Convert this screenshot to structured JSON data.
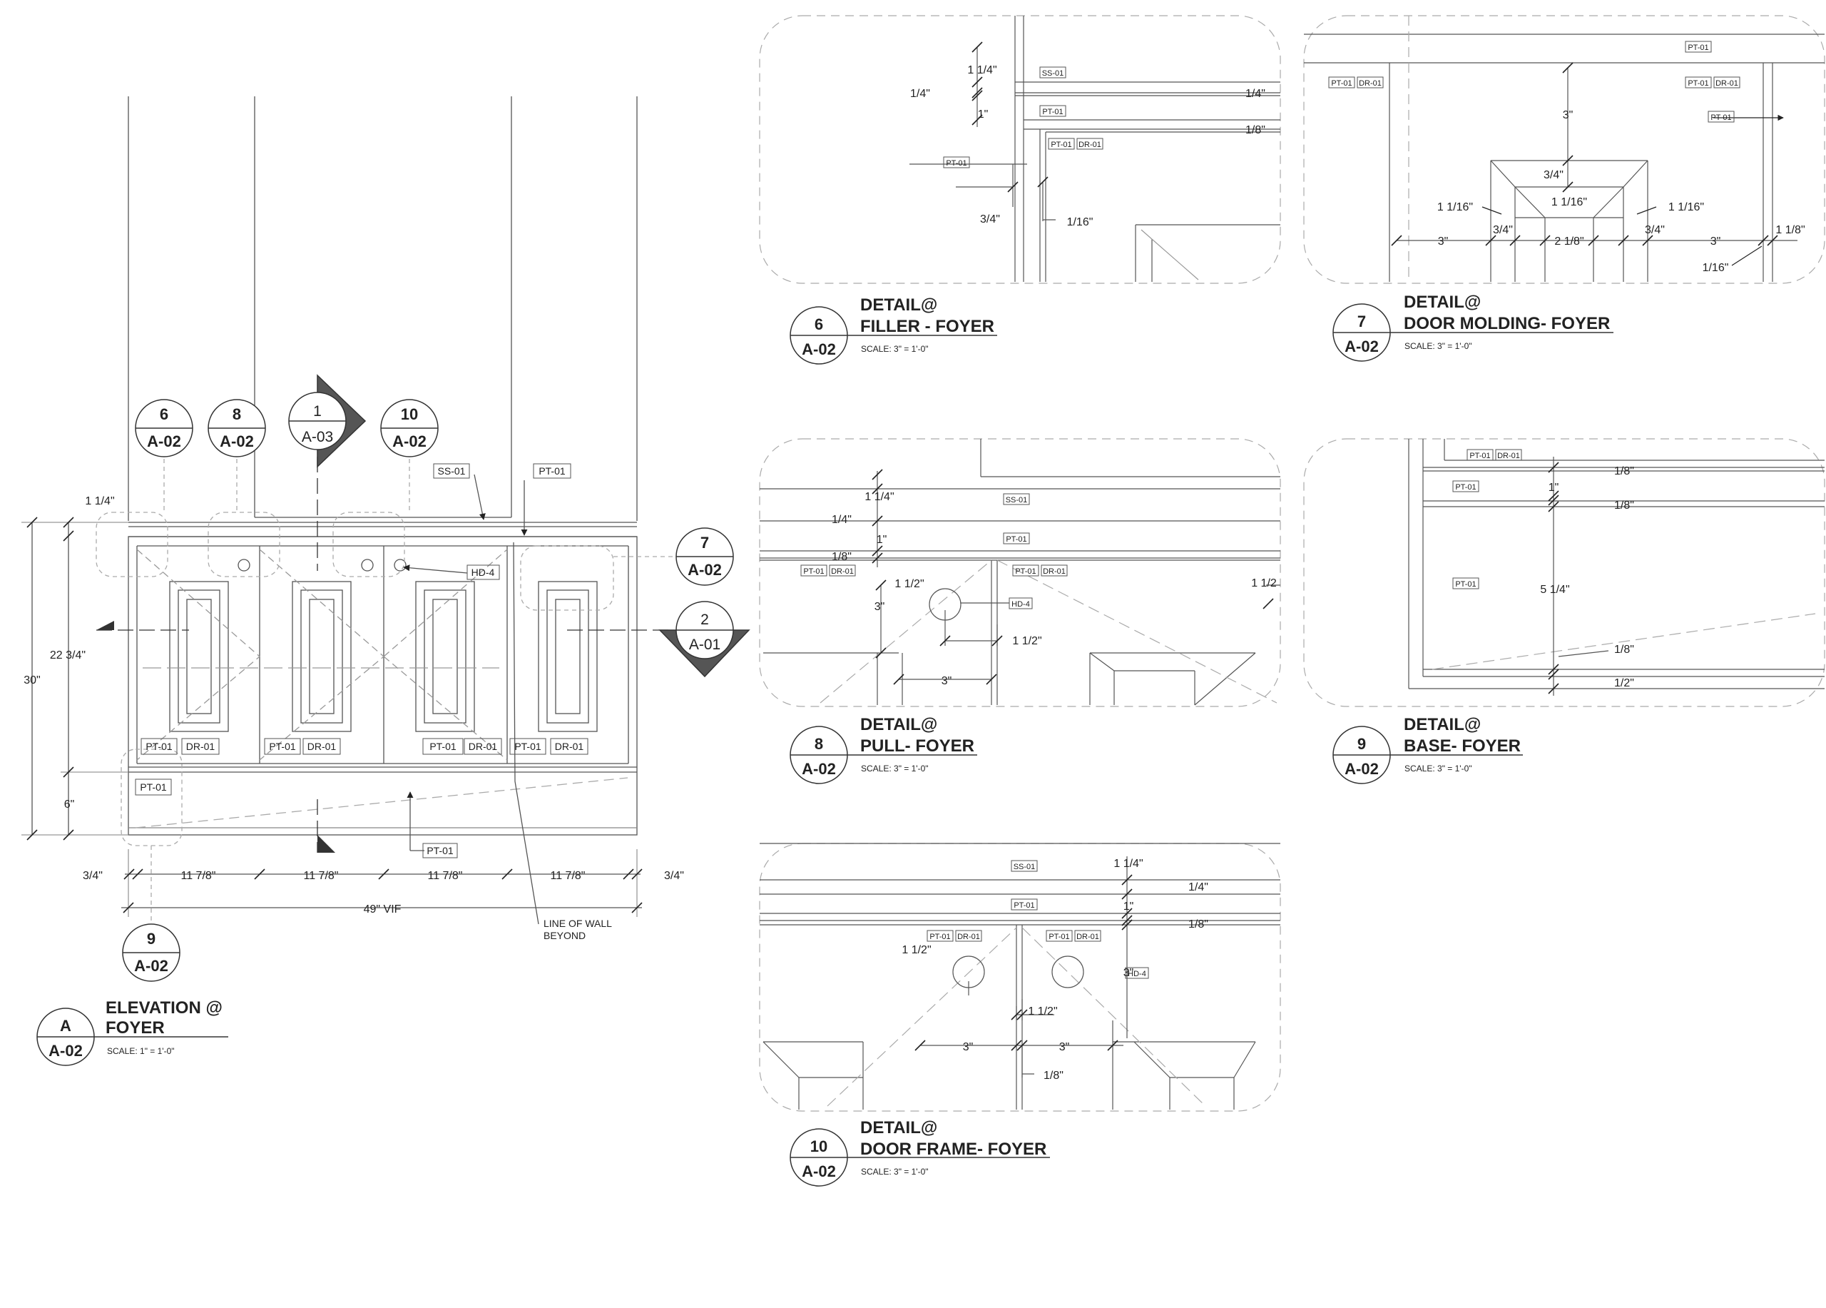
{
  "colors": {
    "ink": "#222222",
    "line": "#555555",
    "light": "#9a9a9a",
    "paper": "#ffffff"
  },
  "elevation": {
    "title_line1": "ELEVATION @",
    "title_line2": "FOYER",
    "scale": "SCALE: 1\" = 1'-0\"",
    "bubble_number": "A",
    "bubble_sheet": "A-02",
    "dims": {
      "top_offset": "1 1/4\"",
      "upper_height": "22 3/4\"",
      "overall_height": "30\"",
      "base_height": "6\"",
      "end_left": "3/4\"",
      "door1": "11 7/8\"",
      "door2": "11 7/8\"",
      "door3": "11 7/8\"",
      "door4": "11 7/8\"",
      "end_right": "3/4\"",
      "overall_width": "49\" VIF"
    },
    "tags": {
      "ss01": "SS-01",
      "pt01_top": "PT-01",
      "hd4": "HD-4",
      "pt01_bottom": "PT-01",
      "pt01_base": "PT-01",
      "pt_a": "PT-01",
      "dr_a": "DR-01",
      "pt_b": "PT-01",
      "dr_b": "DR-01",
      "pt_c": "PT-01",
      "dr_c": "DR-01",
      "pt_d": "PT-01",
      "dr_d": "DR-01"
    },
    "note_line1": "LINE OF WALL",
    "note_line2": "BEYOND",
    "callouts": {
      "c6": {
        "number": "6",
        "sheet": "A-02"
      },
      "c8": {
        "number": "8",
        "sheet": "A-02"
      },
      "c1": {
        "number": "1",
        "sheet": "A-03"
      },
      "c10": {
        "number": "10",
        "sheet": "A-02"
      },
      "c7": {
        "number": "7",
        "sheet": "A-02"
      },
      "c2": {
        "number": "2",
        "sheet": "A-01"
      },
      "c9": {
        "number": "9",
        "sheet": "A-02"
      }
    }
  },
  "details": {
    "d6": {
      "number": "6",
      "sheet": "A-02",
      "title_line1": "DETAIL@",
      "title_line2": "FILLER - FOYER",
      "scale": "SCALE: 3\" = 1'-0\"",
      "dims": [
        "1 1/4\"",
        "1/4\"",
        "1\"",
        "1/4\"",
        "1/8\"",
        "3/4\"",
        "1/16\""
      ],
      "tags": [
        "SS-01",
        "PT-01",
        "PT-01",
        "DR-01",
        "PT-01"
      ]
    },
    "d7": {
      "number": "7",
      "sheet": "A-02",
      "title_line1": "DETAIL@",
      "title_line2": "DOOR MOLDING- FOYER",
      "scale": "SCALE: 3\" = 1'-0\"",
      "dims": [
        "3\"",
        "3/4\"",
        "1 1/16\"",
        "1 1/16\"",
        "1 1/16\"",
        "3\"",
        "3/4\"",
        "2 1/8\"",
        "3/4\"",
        "3\"",
        "1 1/8\"",
        "1/16\""
      ],
      "tags": [
        "PT-01",
        "PT-01",
        "DR-01",
        "PT-01",
        "DR-01",
        "PT-01"
      ]
    },
    "d8": {
      "number": "8",
      "sheet": "A-02",
      "title_line1": "DETAIL@",
      "title_line2": "PULL- FOYER",
      "scale": "SCALE: 3\" = 1'-0\"",
      "dims": [
        "1 1/4\"",
        "1/4\"",
        "1\"",
        "1/8\"",
        "1 1/2\"",
        "3\"",
        "1 1/2\"",
        "3\"",
        "1 1/2"
      ],
      "tags": [
        "SS-01",
        "PT-01",
        "PT-01",
        "DR-01",
        "PT-01",
        "DR-01",
        "HD-4"
      ]
    },
    "d9": {
      "number": "9",
      "sheet": "A-02",
      "title_line1": "DETAIL@",
      "title_line2": "BASE- FOYER",
      "scale": "SCALE: 3\" = 1'-0\"",
      "dims": [
        "1/8\"",
        "1\"",
        "1/8\"",
        "5 1/4\"",
        "1/8\"",
        "1/2\""
      ],
      "tags": [
        "PT-01",
        "DR-01",
        "PT-01",
        "PT-01"
      ]
    },
    "d10": {
      "number": "10",
      "sheet": "A-02",
      "title_line1": "DETAIL@",
      "title_line2": "DOOR FRAME- FOYER",
      "scale": "SCALE: 3\" = 1'-0\"",
      "dims": [
        "1 1/4\"",
        "1/4\"",
        "1\"",
        "1/8\"",
        "1 1/2\"",
        "3\"",
        "1 1/2\"",
        "3\"",
        "3\"",
        "1/8\""
      ],
      "tags": [
        "SS-01",
        "PT-01",
        "PT-01",
        "DR-01",
        "PT-01",
        "DR-01",
        "HD-4"
      ]
    }
  }
}
